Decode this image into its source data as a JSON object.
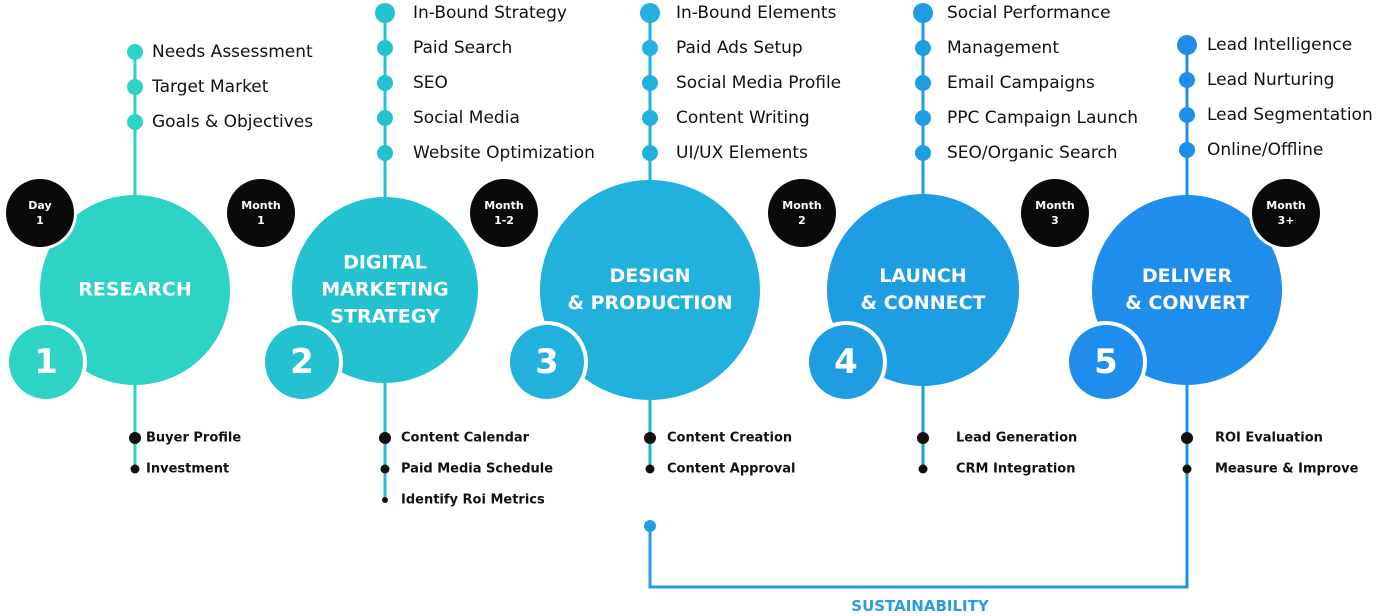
{
  "stages": [
    {
      "number": "1",
      "title": [
        "RESEARCH"
      ],
      "timing": [
        "Day",
        "1"
      ],
      "color": "#2dd3c4",
      "top_items": [
        "Needs Assessment",
        "Target Market",
        "Goals & Objectives"
      ],
      "bottom_items": [
        "Buyer Profile",
        "Investment"
      ]
    },
    {
      "number": "2",
      "title": [
        "DIGITAL",
        "MARKETING",
        "STRATEGY"
      ],
      "timing": [
        "Month",
        "1"
      ],
      "color": "#24c2d0",
      "top_items": [
        "In-Bound Strategy",
        "Paid Search",
        "SEO",
        "Social Media",
        "Website Optimization"
      ],
      "bottom_items": [
        "Content Calendar",
        "Paid Media Schedule",
        "Identify Roi Metrics"
      ]
    },
    {
      "number": "3",
      "title": [
        "DESIGN",
        "& PRODUCTION"
      ],
      "timing": [
        "Month",
        "1-2"
      ],
      "color": "#21b1dc",
      "top_items": [
        "In-Bound Elements",
        "Paid Ads Setup",
        "Social Media Profile",
        "Content Writing",
        "UI/UX Elements"
      ],
      "bottom_items": [
        "Content Creation",
        "Content Approval"
      ]
    },
    {
      "number": "4",
      "title": [
        "LAUNCH",
        "& CONNECT"
      ],
      "timing": [
        "Month",
        "2"
      ],
      "color": "#1f9de3",
      "top_items": [
        "Social Performance",
        "Management",
        "Email Campaigns",
        "PPC Campaign Launch",
        "SEO/Organic Search"
      ],
      "bottom_items": [
        "Lead Generation",
        "CRM Integration"
      ]
    },
    {
      "number": "5",
      "title": [
        "DELIVER",
        "& CONVERT"
      ],
      "timing": [
        "Month",
        "3"
      ],
      "color": "#1f8deb",
      "top_items": [
        "Lead Intelligence",
        "Lead Nurturing",
        "Lead Segmentation",
        "Online/Offline"
      ],
      "bottom_items": [
        "ROI Evaluation",
        "Measure & Improve"
      ]
    }
  ],
  "final_timing": [
    "Month",
    "3+"
  ],
  "sustainability": {
    "label": "SUSTAINABILITY",
    "color": "#2a9be0"
  }
}
